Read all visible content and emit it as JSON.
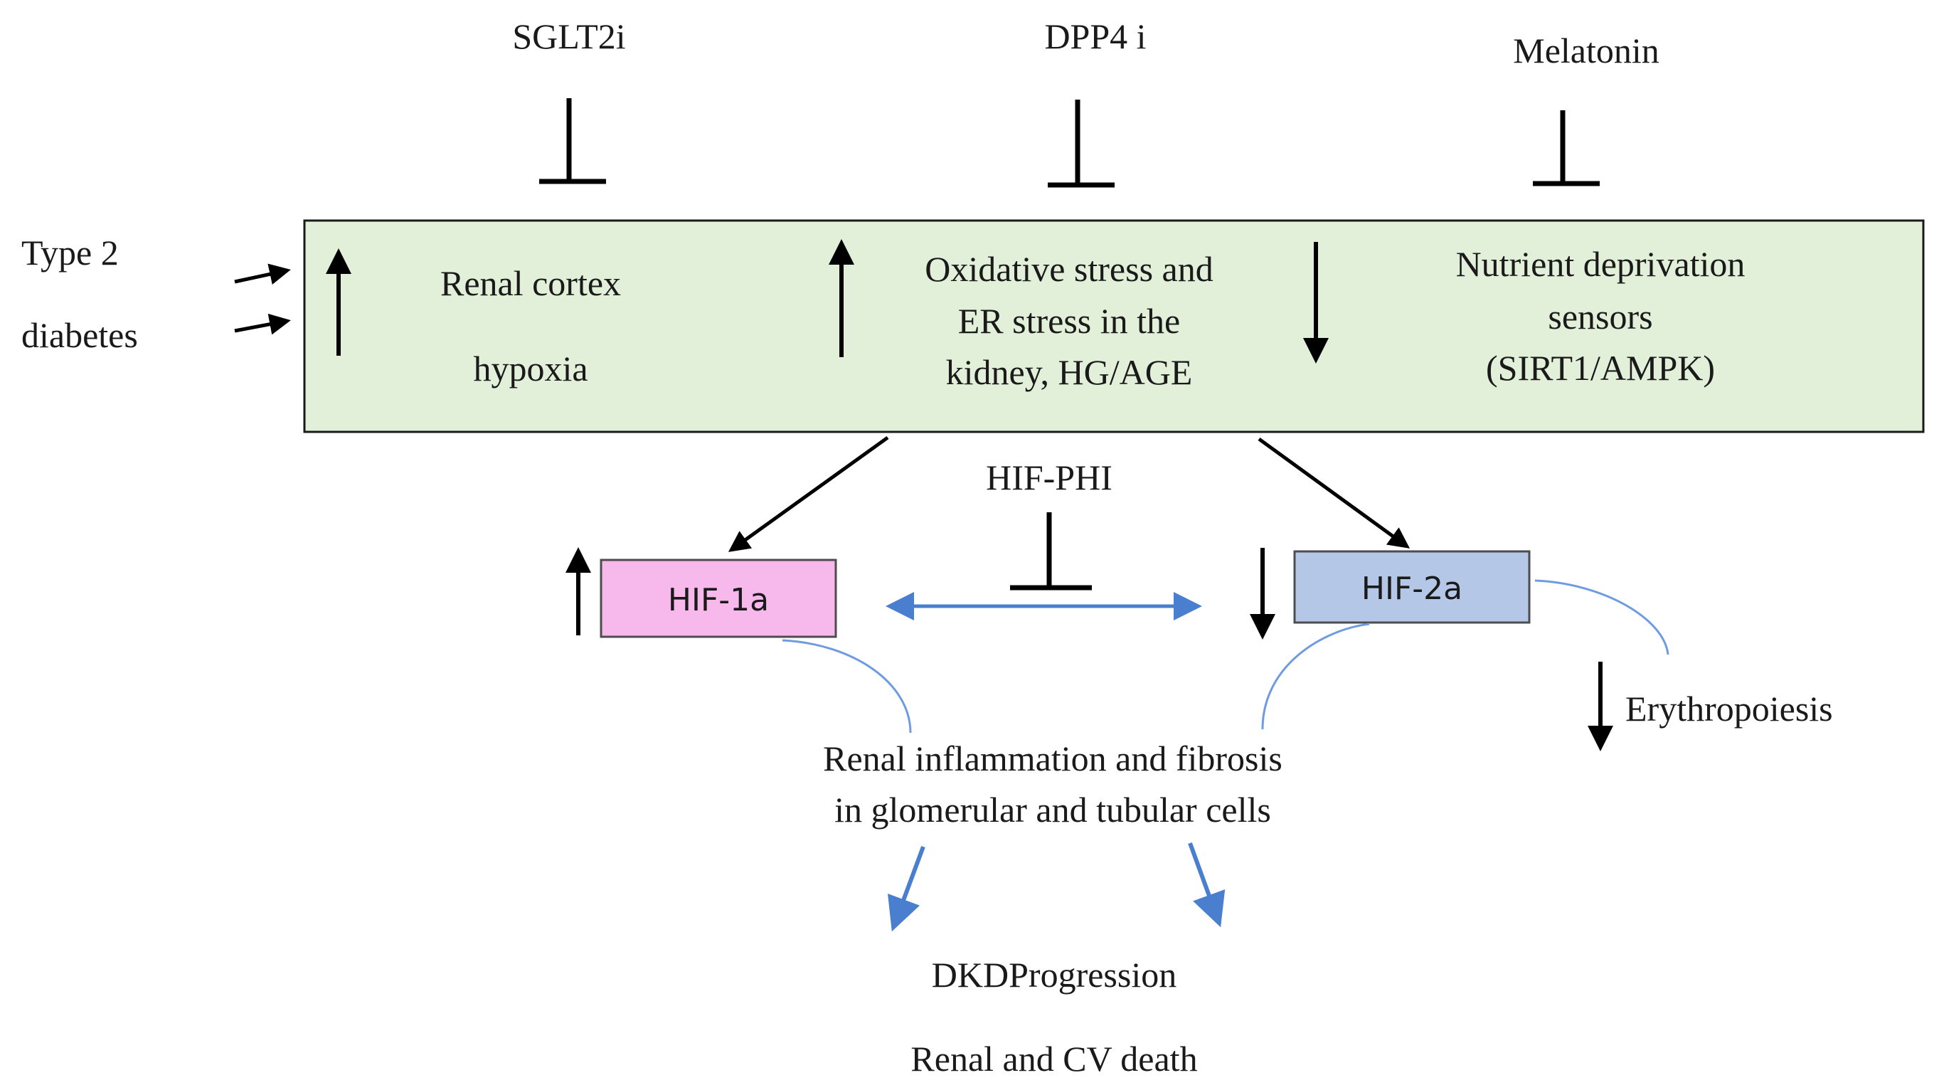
{
  "inhibitors": {
    "sglt2i": "SGLT2i",
    "dpp4i": "DPP4 i",
    "melatonin": "Melatonin"
  },
  "input": {
    "line1": "Type 2",
    "line2": "diabetes"
  },
  "stress_box": {
    "renal": {
      "line1": "Renal cortex",
      "line2": "hypoxia",
      "direction": "up"
    },
    "oxidative": {
      "line1": "Oxidative stress and",
      "line2": "ER stress in the",
      "line3": "kidney, HG/AGE",
      "direction": "up"
    },
    "nutrient": {
      "line1": "Nutrient deprivation",
      "line2": "sensors",
      "line3": "(SIRT1/AMPK)",
      "direction": "down"
    },
    "fill_color": "#e2efd9"
  },
  "hif_phi": "HIF-PHI",
  "hif1a": {
    "label": "HIF-1a",
    "direction": "up",
    "fill_color": "#f7b8ec"
  },
  "hif2a": {
    "label": "HIF-2a",
    "direction": "down",
    "fill_color": "#b4c7e7"
  },
  "erythropoiesis": {
    "label": "Erythropoiesis",
    "direction": "down"
  },
  "outcome": {
    "line1": "Renal inflammation and fibrosis",
    "line2": "in glomerular and tubular cells"
  },
  "progression": "DKDProgression",
  "death": "Renal and CV death",
  "colors": {
    "inhibit_arrows": "#000000",
    "blue_arrows": "#4a7fd0"
  }
}
